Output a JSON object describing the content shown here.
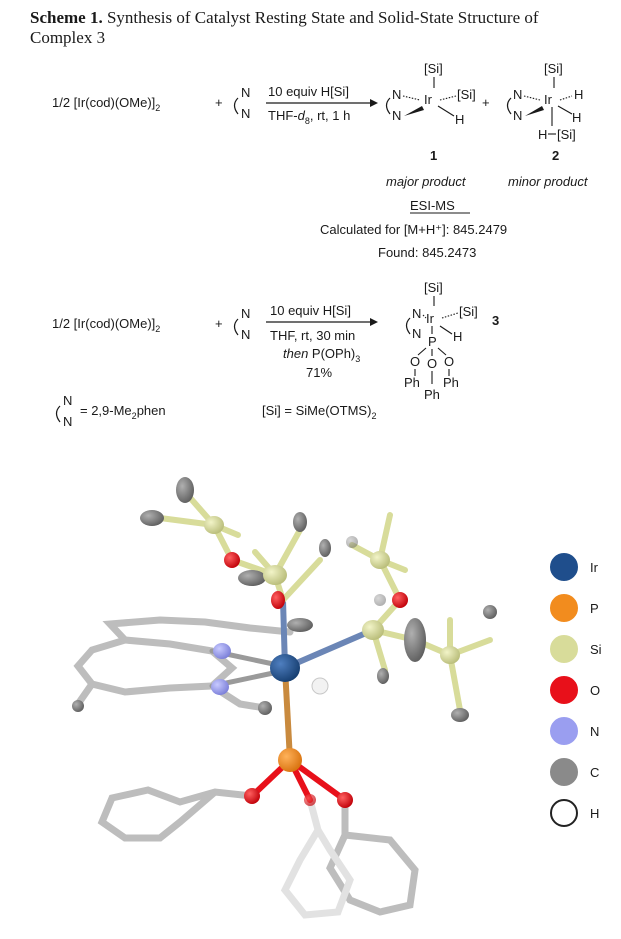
{
  "caption": {
    "label": "Scheme 1.",
    "text": "Synthesis of Catalyst Resting State and Solid-State Structure of Complex 3"
  },
  "reaction1": {
    "reagent": "1/2 [Ir(cod)(OMe)]",
    "reagent_sub": "2",
    "plus": "+",
    "ligand_n": "N",
    "arrow_top": "10 equiv H[Si]",
    "arrow_bottom_pre": "THF-",
    "arrow_bottom_d": "d",
    "arrow_bottom_sub": "8",
    "arrow_bottom_post": ", rt, 1 h",
    "si": "[Si]",
    "ir": "Ir",
    "h": "H",
    "product1_number": "1",
    "product2_number": "2",
    "product1_label": "major product",
    "product2_label": "minor product"
  },
  "esi": {
    "title": "ESI-MS",
    "calculated": "Calculated for [M+H⁺]: 845.2479",
    "found": "Found: 845.2473"
  },
  "reaction2": {
    "reagent": "1/2 [Ir(cod)(OMe)]",
    "reagent_sub": "2",
    "plus": "+",
    "arrow_top": "10 equiv H[Si]",
    "arrow_bottom": "THF, rt, 30 min",
    "then_italic": "then",
    "then_rest": " P(OPh)",
    "then_sub": "3",
    "yield": "71%",
    "p": "P",
    "o": "O",
    "ph": "Ph",
    "product_number": "3"
  },
  "definitions": {
    "ligand_def_pre": "= 2,9-Me",
    "ligand_def_sub": "2",
    "ligand_def_post": "phen",
    "si_def_pre": "[Si] = SiMe(OTMS)",
    "si_def_sub": "2"
  },
  "legend": [
    {
      "label": "Ir",
      "color": "#1f4e8c",
      "border": "#1f4e8c"
    },
    {
      "label": "P",
      "color": "#f28c1e",
      "border": "#f28c1e"
    },
    {
      "label": "Si",
      "color": "#d8dc9a",
      "border": "#d8dc9a"
    },
    {
      "label": "O",
      "color": "#e8101a",
      "border": "#e8101a"
    },
    {
      "label": "N",
      "color": "#9a9ef0",
      "border": "#9a9ef0"
    },
    {
      "label": "C",
      "color": "#8a8a8a",
      "border": "#8a8a8a"
    },
    {
      "label": "H",
      "color": "#ffffff",
      "border": "#222222"
    }
  ]
}
